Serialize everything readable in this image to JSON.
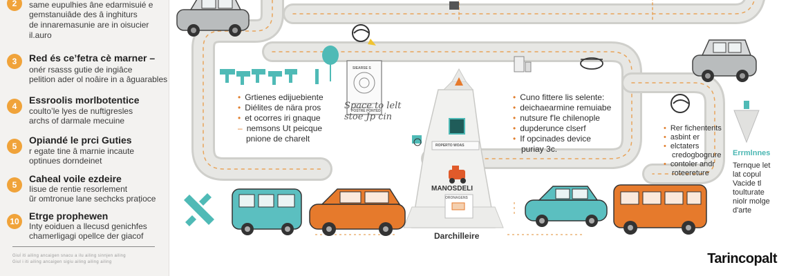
{
  "sidebar": {
    "intro": {
      "number": "2",
      "lines": [
        "same eupulhies âne edarmisuié e",
        "gemstanuiâde des â inghiturs",
        "de innaremasunie are in oisucier",
        "il.auro"
      ]
    },
    "steps": [
      {
        "number": "3",
        "title": "Red és ce’fetra cè marner –",
        "lines": [
          "onér rsasss gutie de ingiâce",
          "pelition ader ol noâire in a âguarables"
        ]
      },
      {
        "number": "4",
        "title": "Essroolis morlbotentice",
        "lines": [
          "coulto’le lyes de nuftigresles",
          "archs of darmale mecuine"
        ]
      },
      {
        "number": "5",
        "title": "Opiandé le prci Guties",
        "lines": [
          "r egate tine â marnie incaute",
          "optinues dorndeinet"
        ]
      },
      {
        "number": "5",
        "title": "Caheal voile ezdeire",
        "lines": [
          "Iisue de rentie resorlement",
          "ũr omtronue lane sechcks prațioce"
        ]
      },
      {
        "number": "10",
        "title": "Etrge prophewen",
        "lines": [
          "Inty eoiduen a llecusd genichfes",
          "chamerligagi opellce der giacof"
        ]
      }
    ],
    "footnote": [
      "Giul̇ iti ailing ancaigen snacu a ilu ailing sinnjen ailing",
      "Giul i iti ailing ancaigen sigiu ailing ailing ailing"
    ]
  },
  "map": {
    "left_list": {
      "items": [
        "Grtienes edijuebiente",
        "Diélites de nära pros",
        "et ocorres iri gnaque",
        "nemsons Ut peicque"
      ],
      "tail": "pnione de charelt"
    },
    "left_script": [
      "Space to lelt",
      "stoe Jp cin"
    ],
    "mid_list": {
      "lines": [
        "Cuno fittere lis selente:",
        "deichaearmine remuiabe",
        "nutsure f'le chilenople",
        "dupderunce clserf",
        "If opcinades device",
        "puriay 3c."
      ]
    },
    "right_list": {
      "lines": [
        "Rer fichentents",
        "asbint er",
        "elctaters",
        "credogbogrure",
        "contoler andr",
        "roteereture"
      ]
    },
    "right_title": "Errmlnnes",
    "right_text": [
      "Ternque let",
      "lat copul",
      "Vacide tl",
      "toulturate",
      "niolr molge",
      "d'arte"
    ],
    "tower_sign": "MANOSDELI",
    "tower_base": "ORONAGENS",
    "poster_title": "SIEARSE S",
    "poster_caption": "POSTRE PONTED",
    "machine_label": "ROPERTO WOAS",
    "bottom_label": "Darchilleire",
    "brand": "Tarincopalt"
  },
  "colors": {
    "accent_orange": "#f0a33a",
    "car_orange": "#e67a2c",
    "car_teal": "#5bbfc0",
    "car_grey": "#b9bcbd",
    "road": "#e7e7e4",
    "road_edge": "#cfcfcb",
    "dash": "#e8a45a",
    "teal_icon": "#4fbab6"
  }
}
